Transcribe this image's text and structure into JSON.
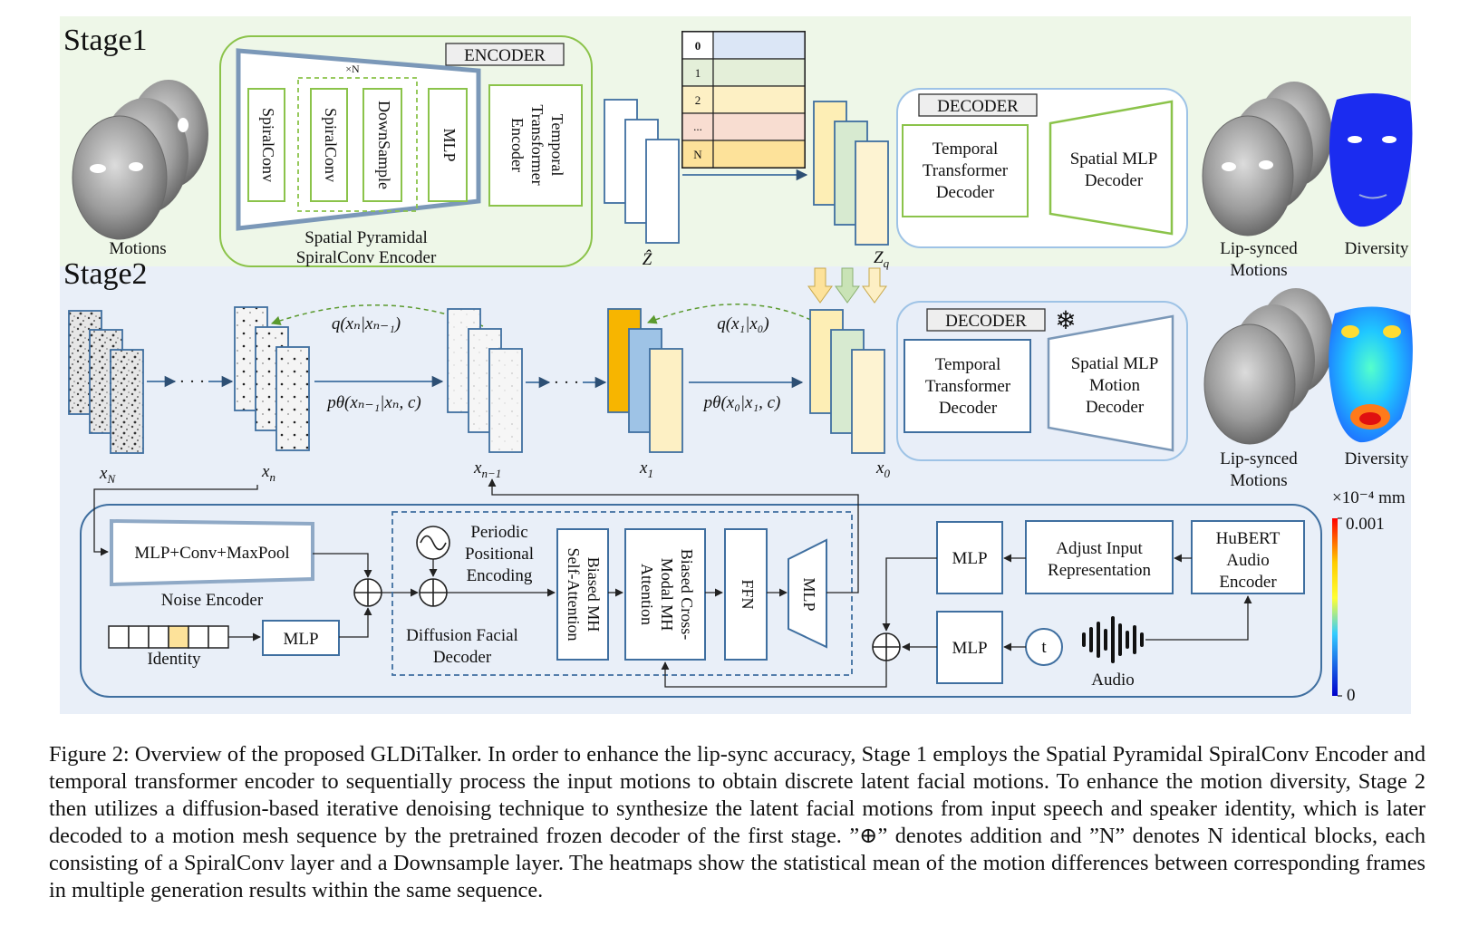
{
  "stage1": {
    "title": "Stage1",
    "motions_label": "Motions",
    "encoder": {
      "header": "ENCODER",
      "repeat": "×N",
      "spiralconv1": "SpiralConv",
      "spiralconv2": "SpiralConv",
      "downsample": "DownSample",
      "mlp": "MLP",
      "temporal_encoder": [
        "Temporal",
        "Transformer",
        "Encoder"
      ],
      "caption": [
        "Spatial Pyramidal",
        "SpiralConv Encoder"
      ]
    },
    "codebook": [
      "0",
      "1",
      "2",
      "...",
      "N"
    ],
    "z_hat": "Ẑ",
    "z_q": "Z",
    "z_q_sub": "q",
    "decoder": {
      "header": "DECODER",
      "temporal": [
        "Temporal",
        "Transformer",
        "Decoder"
      ],
      "spatial": [
        "Spatial MLP",
        "Decoder"
      ]
    },
    "lipsync_label": [
      "Lip-synced",
      "Motions"
    ],
    "diversity_label": "Diversity"
  },
  "stage2": {
    "title": "Stage2",
    "x_N": "x",
    "x_N_sub": "N",
    "x_n": "x",
    "x_n_sub": "n",
    "x_n1": "x",
    "x_n1_sub": "n−1",
    "x_1": "x",
    "x_1_sub": "1",
    "x_0": "x",
    "x_0_sub": "0",
    "dots": "· · ·",
    "q_n": "q(xₙ|xₙ₋₁)",
    "p_n": "pθ(xₙ₋₁|xₙ, c)",
    "q_1": "q(x₁|x₀)",
    "p_1": "pθ(x₀|x₁, c)",
    "decoder": {
      "header": "DECODER",
      "snow": "❄",
      "temporal": [
        "Temporal",
        "Transformer",
        "Decoder"
      ],
      "spatial": [
        "Spatial MLP",
        "Motion",
        "Decoder"
      ]
    },
    "lipsync_label": [
      "Lip-synced",
      "Motions"
    ],
    "diversity_label": "Diversity",
    "colorbar": {
      "unit": "×10⁻⁴ mm",
      "max": "0.001",
      "min": "0"
    },
    "noise_encoder": {
      "block": "MLP+Conv+MaxPool",
      "label": "Noise Encoder"
    },
    "identity_label": "Identity",
    "mlp_identity": "MLP",
    "periodic": [
      "Periodic",
      "Positional",
      "Encoding"
    ],
    "diffusion_decoder": [
      "Diffusion Facial",
      "Decoder"
    ],
    "self_attn": [
      "Biased MH",
      "Self-Attention"
    ],
    "cross_attn": [
      "Biased Cross-",
      "Modal MH",
      "Attention"
    ],
    "ffn": "FFN",
    "mlp_out": "MLP",
    "mlp_audio": "MLP",
    "mlp_time": "MLP",
    "adjust": [
      "Adjust Input",
      "Representation"
    ],
    "hubert": [
      "HuBERT",
      "Audio",
      "Encoder"
    ],
    "t": "t",
    "audio_label": "Audio"
  },
  "caption": "Figure 2: Overview of the proposed GLDiTalker. In order to enhance the lip-sync accuracy, Stage 1 employs the Spatial Pyramidal SpiralConv Encoder and temporal transformer encoder to sequentially process the input motions to obtain discrete latent facial motions. To enhance the motion diversity, Stage 2 then utilizes a diffusion-based iterative denoising technique to synthesize the latent facial motions from input speech and speaker identity, which is later decoded to a motion mesh sequence by the pretrained frozen decoder of the first stage. ”⊕” denotes addition and ”N” denotes N identical blocks, each consisting of a SpiralConv layer and a Downsample layer. The heatmaps show the statistical mean of the motion differences between corresponding frames in multiple generation results within the same sequence.",
  "colors": {
    "stage1_bg": "#eef7e8",
    "stage2_bg": "#e8eef8",
    "green": "#8bc34a",
    "blue": "#3f6fa0",
    "yellow": "#fdeeb5",
    "orange": "#f7b500",
    "lightblue": "#9ec3e6",
    "lightgreen": "#d5e8c8"
  }
}
